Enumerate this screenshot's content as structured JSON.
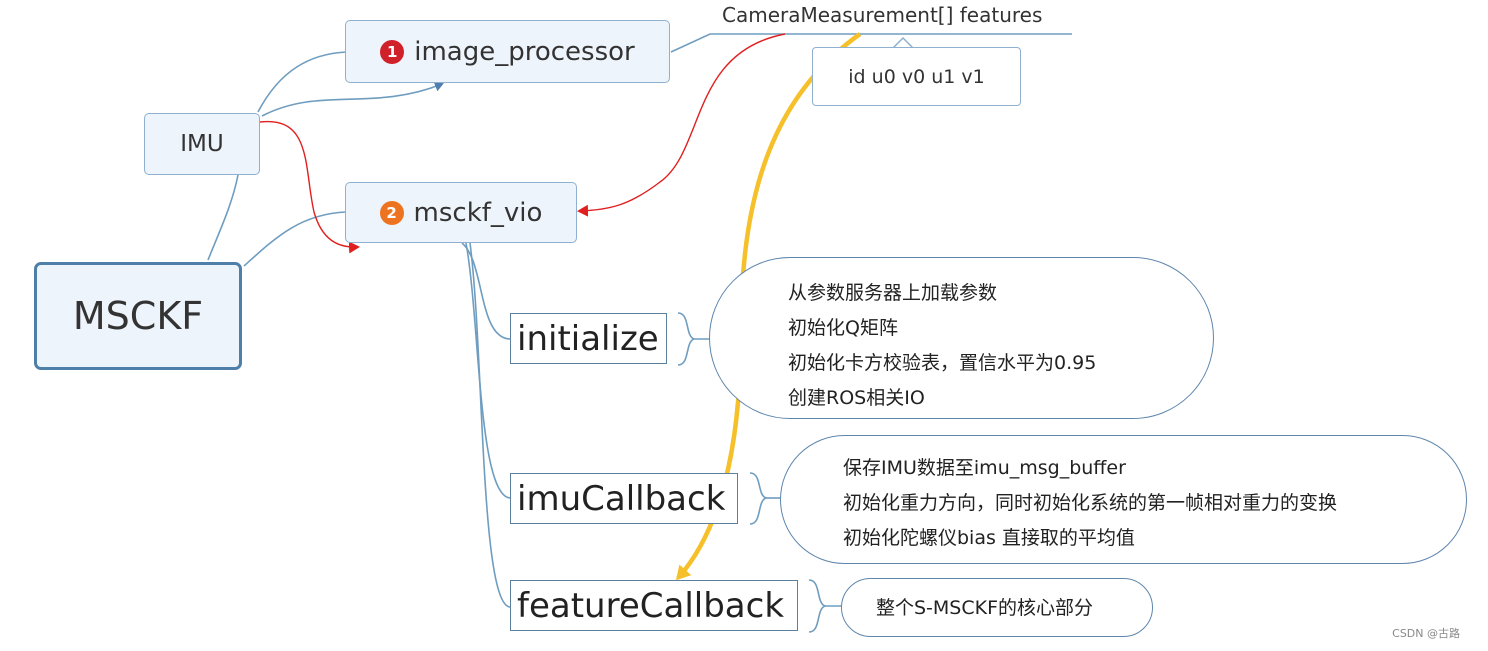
{
  "root": {
    "label": "MSCKF"
  },
  "imu": {
    "label": "IMU"
  },
  "image_processor": {
    "badge": "1",
    "label": "image_processor"
  },
  "msckf_vio": {
    "badge": "2",
    "label": "msckf_vio"
  },
  "features_label": "CameraMeasurement[] features",
  "callout": "id u0 v0 u1 v1",
  "subtopics": [
    {
      "label": "initialize",
      "notes": [
        "从参数服务器上加载参数",
        "初始化Q矩阵",
        "初始化卡方校验表，置信水平为0.95",
        "创建ROS相关IO"
      ]
    },
    {
      "label": "imuCallback",
      "notes": [
        "保存IMU数据至imu_msg_buffer",
        "初始化重力方向，同时初始化系统的第一帧相对重力的变换",
        "初始化陀螺仪bias 直接取的平均值"
      ]
    },
    {
      "label": "featureCallback",
      "notes": [
        "整个S-MSCKF的核心部分"
      ]
    }
  ],
  "watermark": "CSDN @古路",
  "colors": {
    "link": "#6f9dc0",
    "red_arrow": "#e02020",
    "yellow_arrow": "#f5c02a",
    "node_fill": "#eef4fb"
  }
}
